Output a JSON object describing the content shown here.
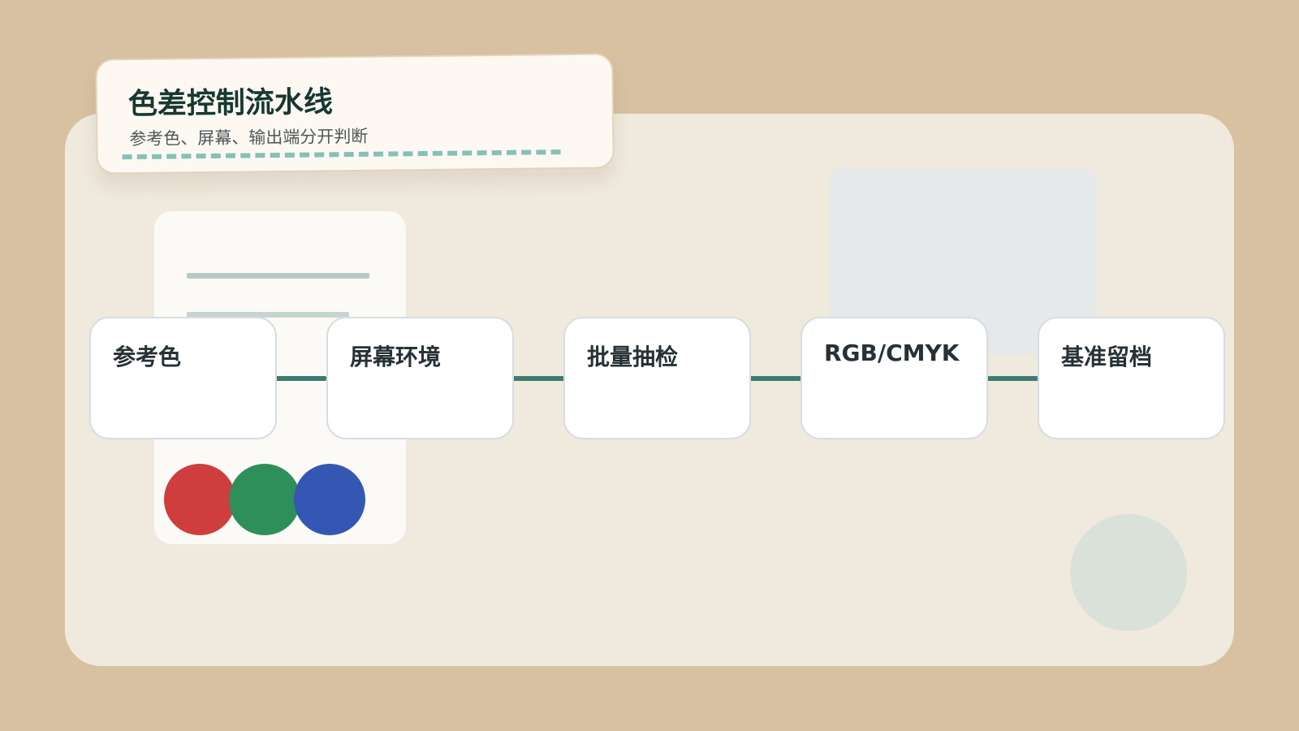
{
  "header": {
    "title": "色差控制流水线",
    "subtitle": "参考色、屏幕、输出端分开判断"
  },
  "pipeline": {
    "steps": [
      {
        "label": "参考色"
      },
      {
        "label": "屏幕环境"
      },
      {
        "label": "批量抽检"
      },
      {
        "label": "RGB/CMYK"
      },
      {
        "label": "基准留档"
      }
    ]
  },
  "swatches": [
    {
      "name": "red",
      "color": "#cf3e3e"
    },
    {
      "name": "green",
      "color": "#2f8f5b"
    },
    {
      "name": "blue",
      "color": "#3557b4"
    }
  ],
  "colors": {
    "background": "#d8c1a1",
    "board": "#f0e9dd",
    "connector": "#3d7b6f",
    "dash_accent": "#84c1b6",
    "title_text": "#183832"
  }
}
